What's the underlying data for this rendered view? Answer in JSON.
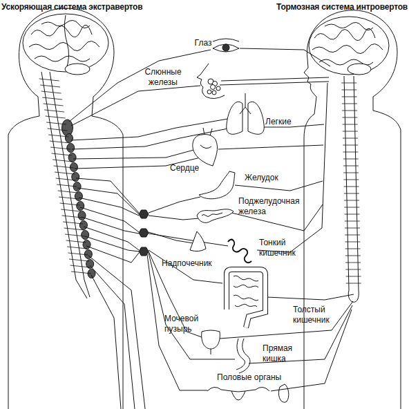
{
  "diagram": {
    "labels": [
      "Ускоряющая система экстравертов",
      "Тормозная система интровертов",
      "Глаз",
      "Слюнные железы",
      "Легкие",
      "Сердце",
      "Желудок",
      "Поджелудочная железа",
      "Надпочечник",
      "Тонкий кишечник",
      "Толстый кишечник",
      "Мочевой пузырь",
      "Прямая кишка",
      "Половые органы"
    ]
  }
}
